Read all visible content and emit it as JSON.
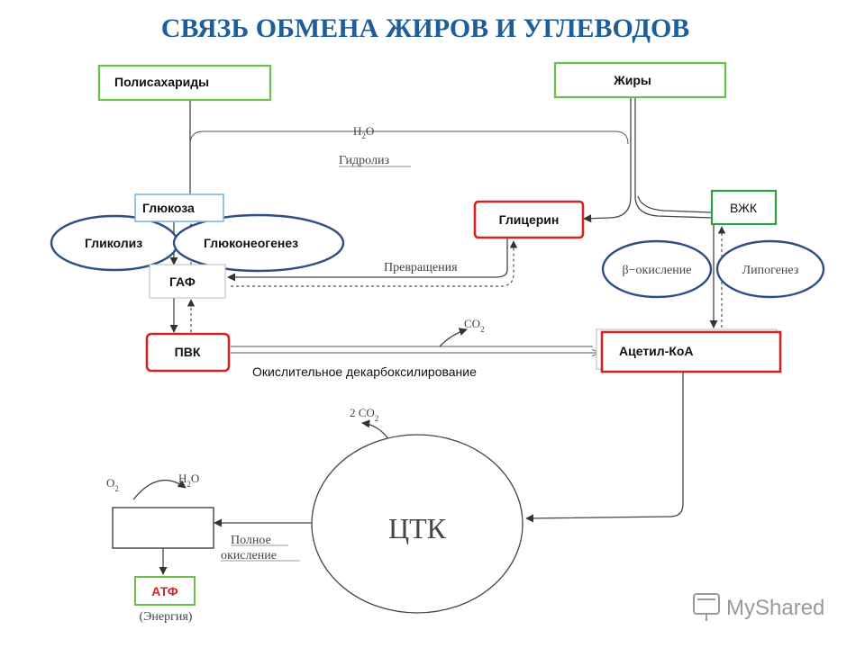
{
  "title": "СВЯЗЬ ОБМЕНА ЖИРОВ И УГЛЕВОДОВ",
  "nodes": {
    "polysaccharides": "Полисахариды",
    "fats": "Жиры",
    "glucose": "Глюкоза",
    "glycolysis": "Гликолиз",
    "gluconeogenesis": "Глюконеогенез",
    "gaf": "ГАФ",
    "glycerol": "Глицерин",
    "vzhk": "ВЖК",
    "beta_oxidation": "β−окисление",
    "lipogenesis": "Липогенез",
    "pvk": "ПВК",
    "acetyl_coa": "Ацетил-КоА",
    "ctk": "ЦТК",
    "atf": "АТФ",
    "energy": "(Энергия)"
  },
  "edge_labels": {
    "hydrolysis": "Гидролиз",
    "h2o_top_main": "H",
    "h2o_top_sub": "2",
    "h2o_top_tail": "O",
    "conversion": "Превращения",
    "co2_main": "CO",
    "co2_sub": "2",
    "oxidative_decarboxylation": "Окислительное декарбоксилирование",
    "co2x2_main": "2 CO",
    "co2x2_sub": "2",
    "o2_main": "O",
    "o2_sub": "2",
    "h2o_bottom_main": "H",
    "h2o_bottom_sub": "2",
    "h2o_bottom_tail": "O",
    "full_oxidation_line1": "Полное",
    "full_oxidation_line2": "окисление"
  },
  "watermark": "MyShared",
  "colors": {
    "title": "#1f5f99",
    "green_box": "#6abf4b",
    "red_box": "#d02525",
    "blue_ellipse": "#2e4e86",
    "glucose_box": "#7cb8e0",
    "atf_text": "#d02525"
  }
}
